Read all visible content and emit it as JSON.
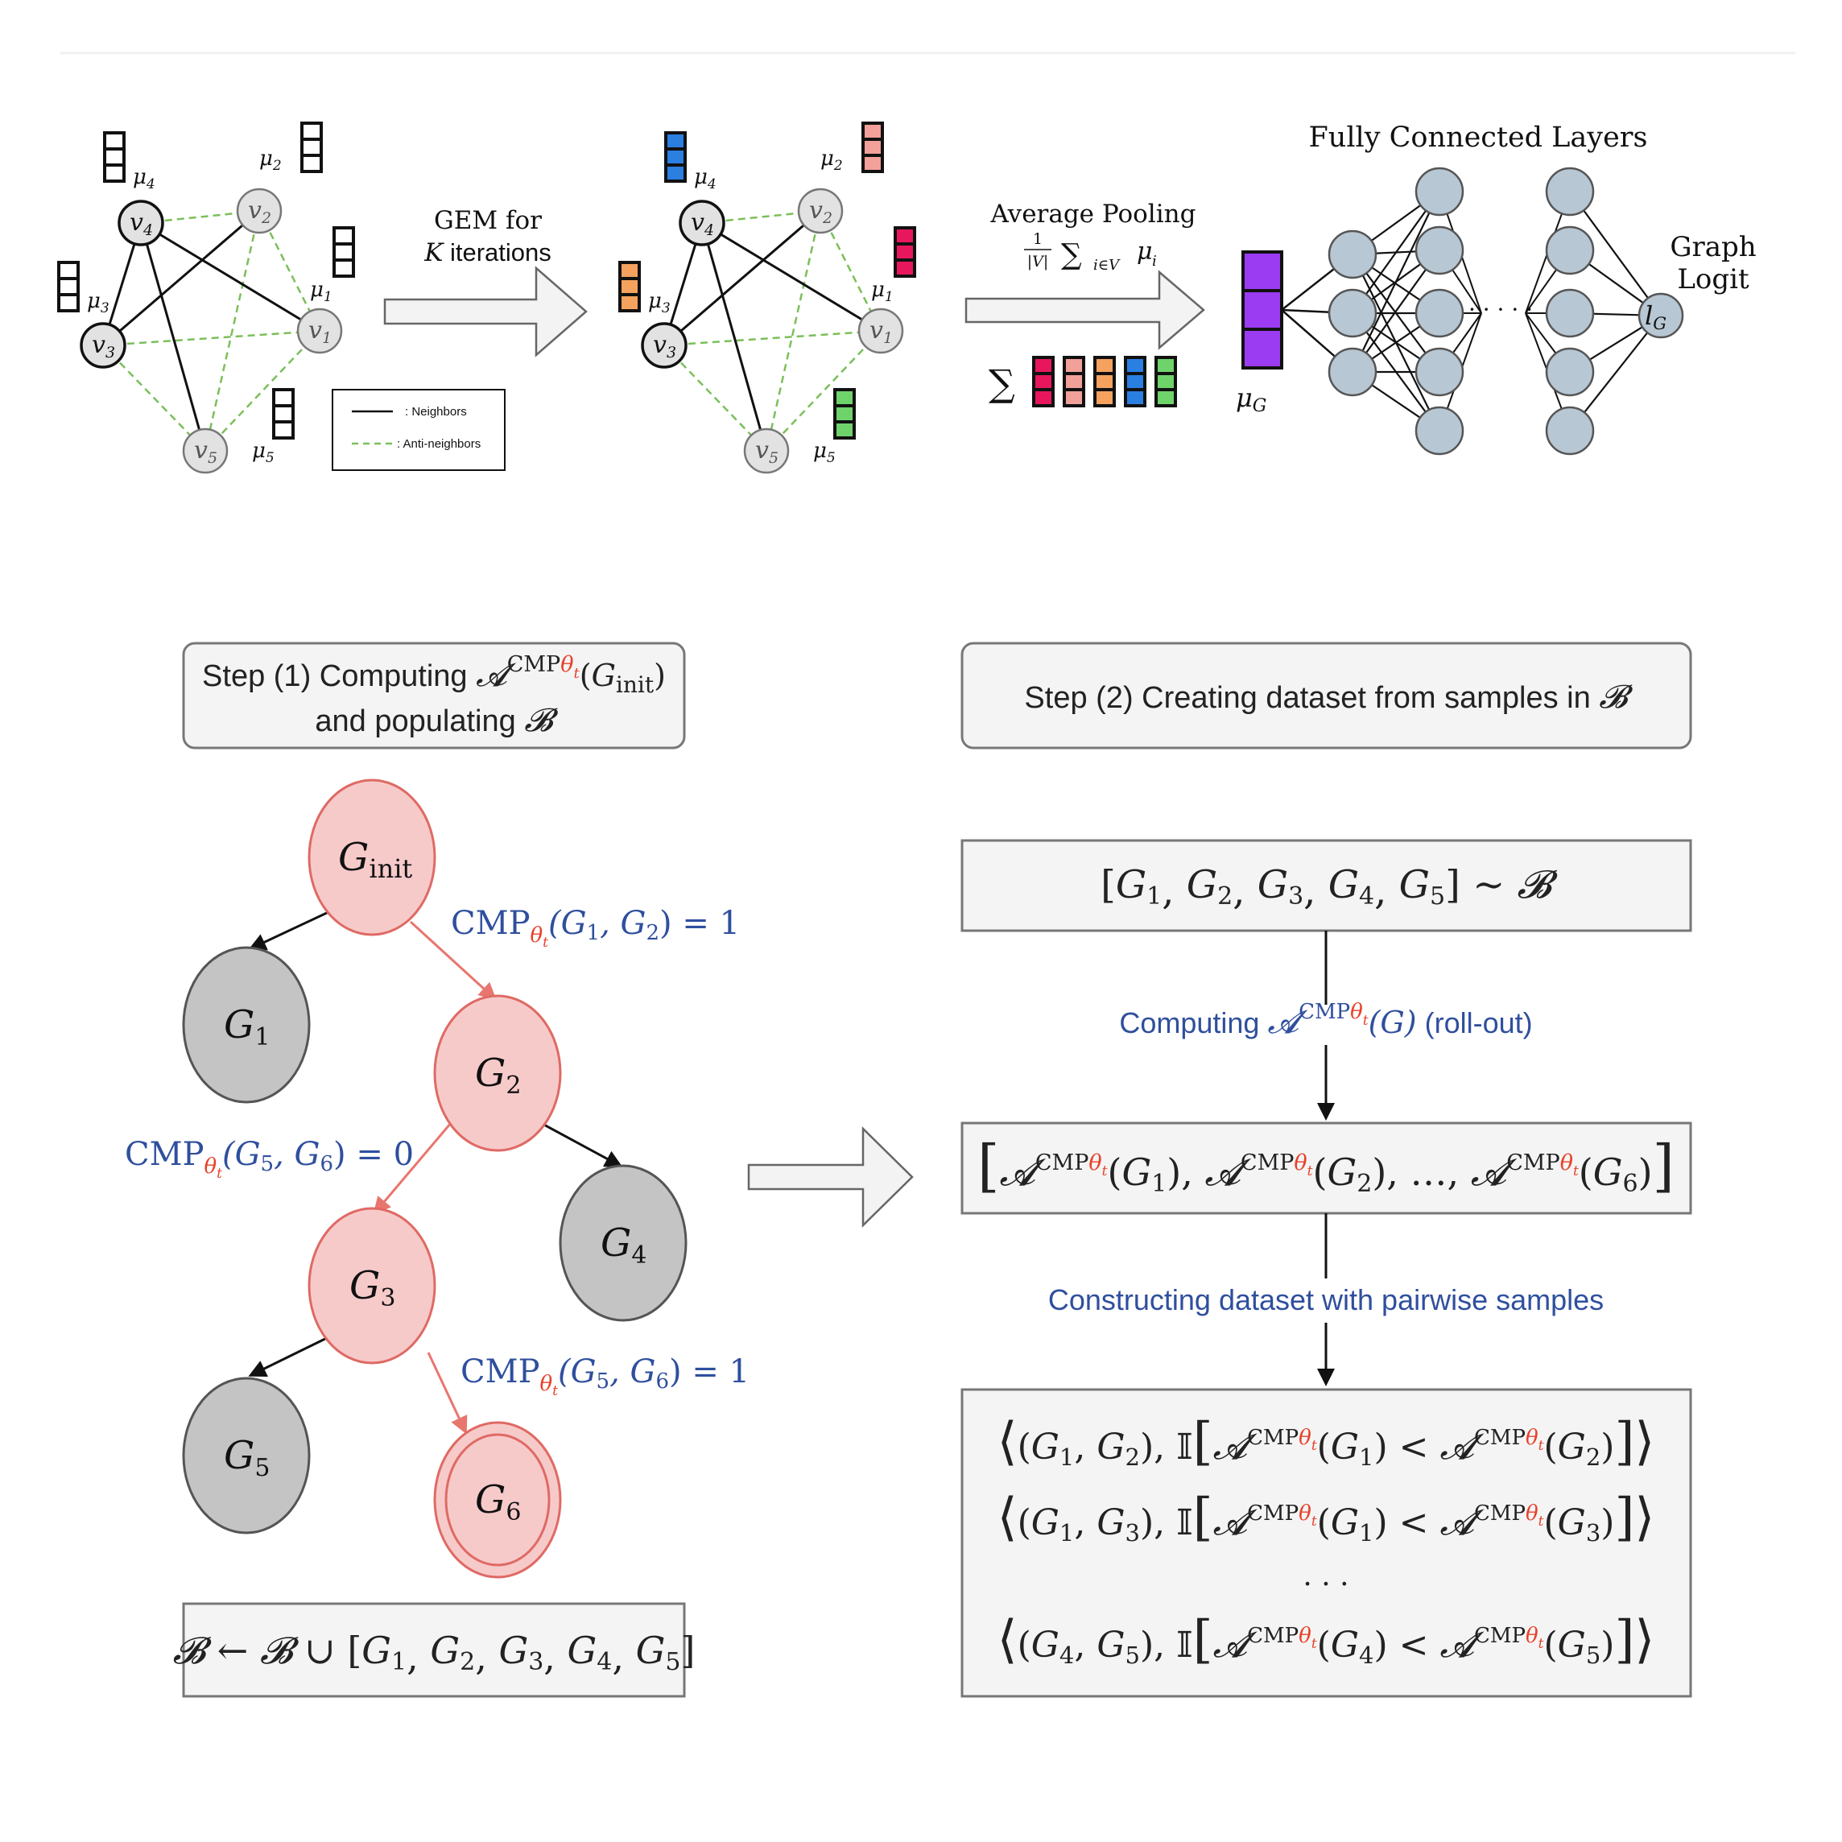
{
  "colors": {
    "blue_label": "#2f4f9e",
    "red_theta": "#e8412a",
    "tree_red_fill": "#f7caca",
    "tree_red_stroke": "#df6a64",
    "tree_gray_fill": "#c4c4c4",
    "neuron_fill": "#b7c7d3",
    "anti_edge": "#7bbf5a",
    "emb_pink": "#e8175d",
    "emb_salmon": "#f1a09a",
    "emb_orange": "#f4a25e",
    "emb_blue": "#2b7fe0",
    "emb_green": "#6fd36b",
    "emb_purple": "#9b3bf2"
  },
  "top": {
    "node_labels": [
      "v",
      "1",
      "2",
      "3",
      "4",
      "5"
    ],
    "mu_symbol": "μ",
    "mu_subs": [
      "1",
      "2",
      "3",
      "4",
      "5"
    ],
    "mu_g_sub": "G",
    "legend": {
      "neighbors": ": Neighbors",
      "anti_neighbors": ": Anti-neighbors"
    },
    "gem_line1": "GEM for",
    "gem_line2_k": "K",
    "gem_line2_rest": " iterations",
    "pool_title": "Average Pooling",
    "pool_frac_num": "1",
    "pool_frac_den": "|V|",
    "pool_sum": "∑",
    "pool_sub": "i∈V",
    "pool_mu": "μ",
    "pool_mu_sub": "i",
    "sum_symbol": "∑",
    "fc_title": "Fully Connected Layers",
    "dots": "· · · · ·",
    "graph_logit_1": "Graph",
    "graph_logit_2": "Logit",
    "logit_l": "l",
    "logit_sub": "G"
  },
  "step1": {
    "line1_text": "Step (1) Computing ",
    "cal_a": "𝓐",
    "cmp": "CMP",
    "theta": "θ",
    "theta_sub": "t",
    "arg_open": "(",
    "g": "G",
    "init": "init",
    "arg_close": ")",
    "line2_text": "and populating ",
    "cal_b": "𝓑"
  },
  "step2": {
    "text": "Step (2) Creating dataset from samples in ",
    "cal_b": "𝓑"
  },
  "tree": {
    "g": "G",
    "init": "init",
    "subs": [
      "1",
      "2",
      "3",
      "4",
      "5",
      "6"
    ],
    "cmp": "CMP",
    "theta": "θ",
    "theta_sub": "t",
    "label_a": "(G",
    "label_a1": "1",
    "label_a2": "2",
    "eq1": ") = 1",
    "label_b1": "5",
    "label_b2": "6",
    "eq0": ") = 0",
    "comma_g": ", G"
  },
  "bottom_left": {
    "text_b": "𝓑",
    "arrow": " ← ",
    "union": " ∪ ",
    "list_open": "[",
    "list_close": "]",
    "g": "G",
    "subs": [
      "1",
      "2",
      "3",
      "4",
      "5"
    ],
    "comma": ", "
  },
  "right": {
    "sample_open": "[",
    "sample_close": "] ∼ ",
    "cal_b": "𝓑",
    "roll_text1": "Computing ",
    "roll_a": "𝓐",
    "roll_g": "(G)",
    "roll_text2": " (roll-out)",
    "pair_text": "Constructing dataset with pairwise samples",
    "ellipsis_mid": "…",
    "dots_center": "· · ·",
    "indicator": "𝕀",
    "lt": " < ",
    "lang": "⟨",
    "rang": "⟩"
  }
}
